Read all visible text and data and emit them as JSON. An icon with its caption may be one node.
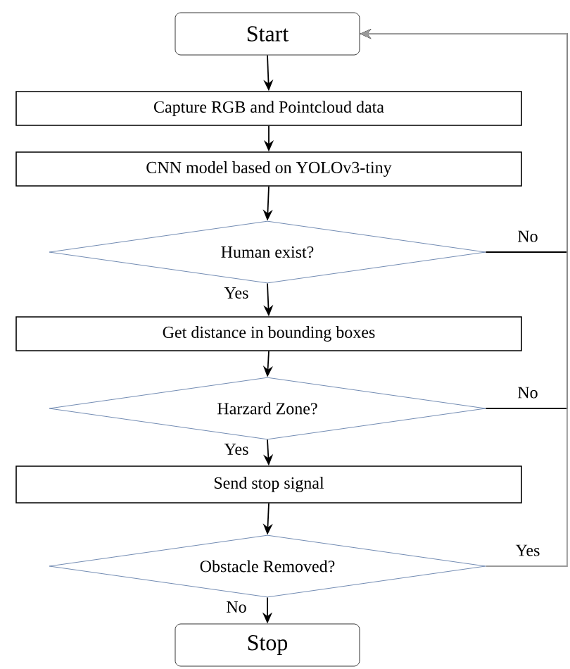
{
  "diagram": {
    "nodes": [
      {
        "text": [
          "Start"
        ]
      },
      {
        "text": [
          "Capture RGB and Pointcloud data"
        ]
      },
      {
        "text": [
          "CNN model based on YOLOv3-tiny"
        ]
      },
      {
        "text": [
          "Human exist?"
        ]
      },
      {
        "text": [
          "Get distance in bounding boxes"
        ]
      },
      {
        "text": [
          "Harzard Zone?"
        ]
      },
      {
        "text": [
          "Send stop signal"
        ]
      },
      {
        "text": [
          "Obstacle Removed?"
        ]
      },
      {
        "text": [
          "Stop"
        ]
      }
    ],
    "edges": [
      {
        "from": 0,
        "to": 1,
        "arrow": "to"
      },
      {
        "from": 1,
        "to": 2,
        "arrow": "to"
      },
      {
        "from": 2,
        "to": 3,
        "arrow": "to"
      },
      {
        "from": 3,
        "to": 4,
        "arrow": "to",
        "label": "Yes"
      },
      {
        "from": 3,
        "to": 0,
        "arrow": "to",
        "label": "No"
      },
      {
        "from": 4,
        "to": 5,
        "arrow": "to"
      },
      {
        "from": 5,
        "to": 6,
        "arrow": "to",
        "label": "Yes"
      },
      {
        "from": 5,
        "to": 0,
        "arrow": "to",
        "label": "No"
      },
      {
        "from": 6,
        "to": 7,
        "arrow": "to"
      },
      {
        "from": 7,
        "to": 8,
        "arrow": "to",
        "label": "No"
      },
      {
        "from": 7,
        "to": 0,
        "arrow": "to",
        "label": "Yes",
        "color": "#9a9a9a"
      }
    ]
  }
}
